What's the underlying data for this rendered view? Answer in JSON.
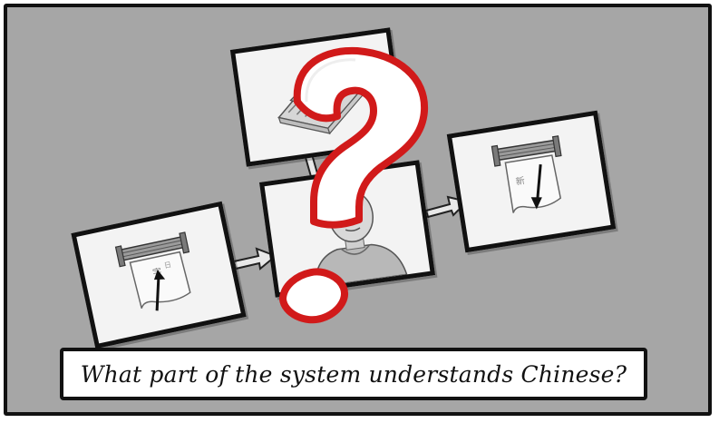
{
  "caption": {
    "text": "What part of the system understands Chinese?"
  },
  "frames": [
    {
      "name": "input-slot-frame",
      "icon": "paper-into-slot-icon"
    },
    {
      "name": "rulebook-frame",
      "icon": "rulebook-icon"
    },
    {
      "name": "person-frame",
      "icon": "bald-person-icon"
    },
    {
      "name": "output-slot-frame",
      "icon": "paper-out-of-slot-icon"
    }
  ],
  "question_mark_icon": "question-mark-icon",
  "colors": {
    "background": "#a6a6a6",
    "question_mark_outline": "#d11a1a",
    "frame_border": "#111111"
  }
}
